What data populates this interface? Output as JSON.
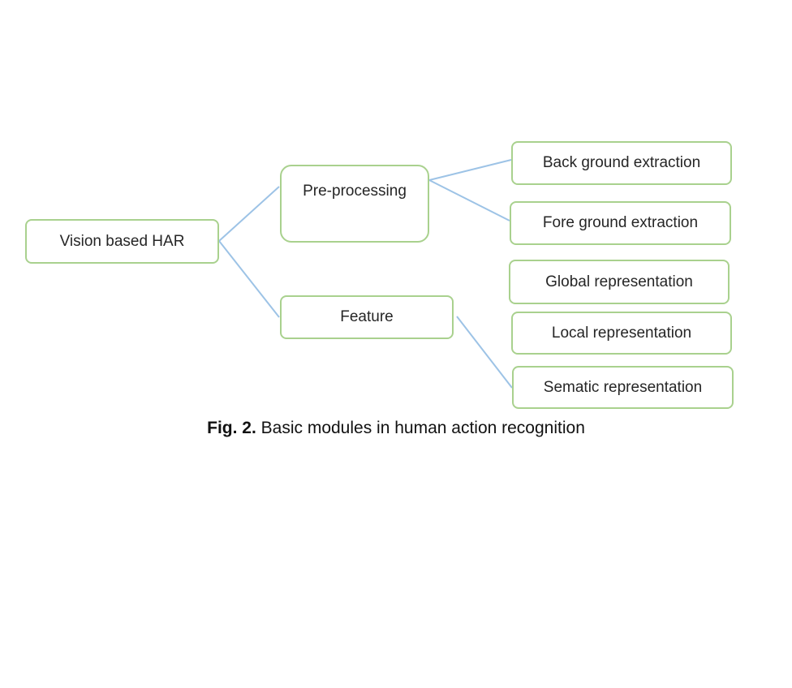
{
  "diagram": {
    "nodes": {
      "root": "Vision based HAR",
      "preprocessing": "Pre-processing",
      "feature": "Feature",
      "background": "Back ground extraction",
      "foreground": "Fore ground extraction",
      "global": "Global representation",
      "local": "Local representation",
      "sematic": "Sematic representation"
    },
    "colors": {
      "node_border": "#a9d18e",
      "connector": "#9dc3e6"
    }
  },
  "caption": {
    "label": "Fig. 2.",
    "text": " Basic modules in human action recognition"
  }
}
